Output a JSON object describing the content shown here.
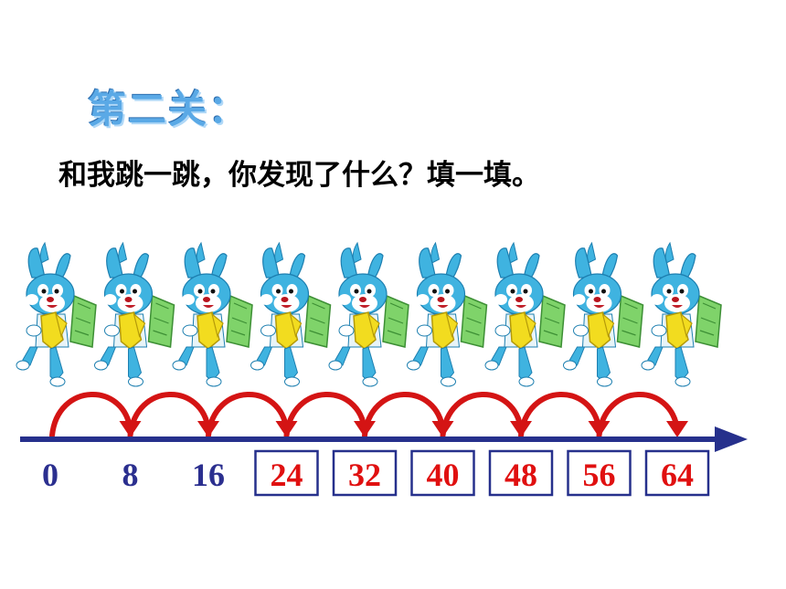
{
  "title": "第二关：",
  "subtitle": "和我跳一跳，你发现了什么？填一填。",
  "number_line": {
    "given_labels": [
      "0",
      "8",
      "16"
    ],
    "answer_labels": [
      "24",
      "32",
      "40",
      "48",
      "56",
      "64"
    ],
    "step": 8,
    "jumps": 8
  },
  "colors": {
    "axis": "#26308c",
    "given_number": "#2b2f8f",
    "answer_number": "#e01010",
    "arc": "#d41414",
    "rabbit_body": "#3fb3e0",
    "rabbit_shirt": "#f2dc1f",
    "rabbit_bag": "#7fd36a",
    "title": "#5aa9e6"
  }
}
